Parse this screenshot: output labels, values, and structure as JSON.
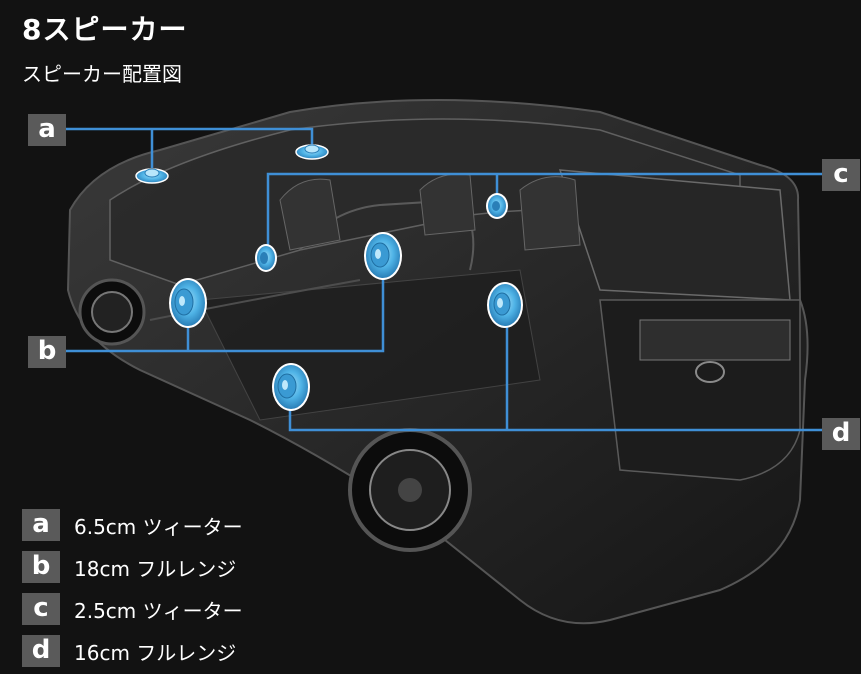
{
  "header": {
    "title": "8スピーカー",
    "subtitle": "スピーカー配置図"
  },
  "callouts": {
    "a": "a",
    "b": "b",
    "c": "c",
    "d": "d"
  },
  "legend": [
    {
      "letter": "a",
      "text": "6.5cm ツィーター"
    },
    {
      "letter": "b",
      "text": "18cm フルレンジ"
    },
    {
      "letter": "c",
      "text": "2.5cm ツィーター"
    },
    {
      "letter": "d",
      "text": "16cm フルレンジ"
    }
  ],
  "colors": {
    "background": "#121212",
    "line": "#3f8fd6",
    "speaker": "#4fb3e6",
    "tag": "#5a5a5a"
  }
}
